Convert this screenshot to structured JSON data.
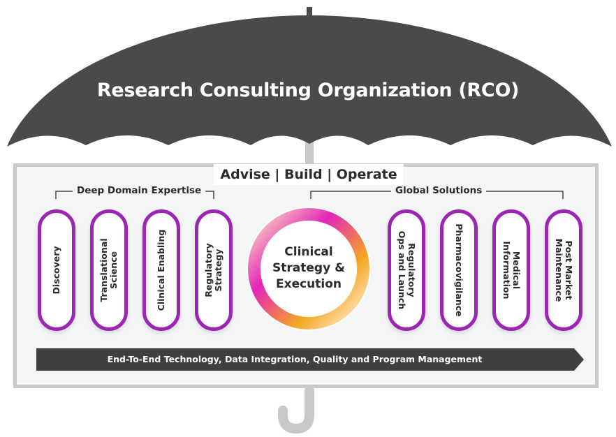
{
  "umbrella": {
    "title": "Research Consulting Organization (RCO)",
    "canopy_color": "#4a4a4a",
    "handle_color": "#c9c9c9"
  },
  "frame": {
    "title": "Advise | Build | Operate",
    "border_color": "#c9c9c9"
  },
  "groups": {
    "left_label": "Deep Domain Expertise",
    "right_label": "Global Solutions"
  },
  "left_pills": [
    {
      "label": "Discovery"
    },
    {
      "label": "Translational\nScience"
    },
    {
      "label": "Clinical Enabling"
    },
    {
      "label": "Regulatory\nStrategy"
    }
  ],
  "center": {
    "label": "Clinical\nStrategy &\nExecution",
    "ring_colors": [
      "#e325b8",
      "#f5a623"
    ]
  },
  "right_pills": [
    {
      "label": "Regulatory\nOps and Launch"
    },
    {
      "label": "Pharmacovigilance"
    },
    {
      "label": "Medical\nInformation"
    },
    {
      "label": "Post Market\nMaintenance"
    }
  ],
  "bottom_bar": {
    "label": "End-To-End Technology, Data Integration, Quality and Program Management",
    "color": "#3f3f3f"
  },
  "accent_color": "#9b27b0"
}
